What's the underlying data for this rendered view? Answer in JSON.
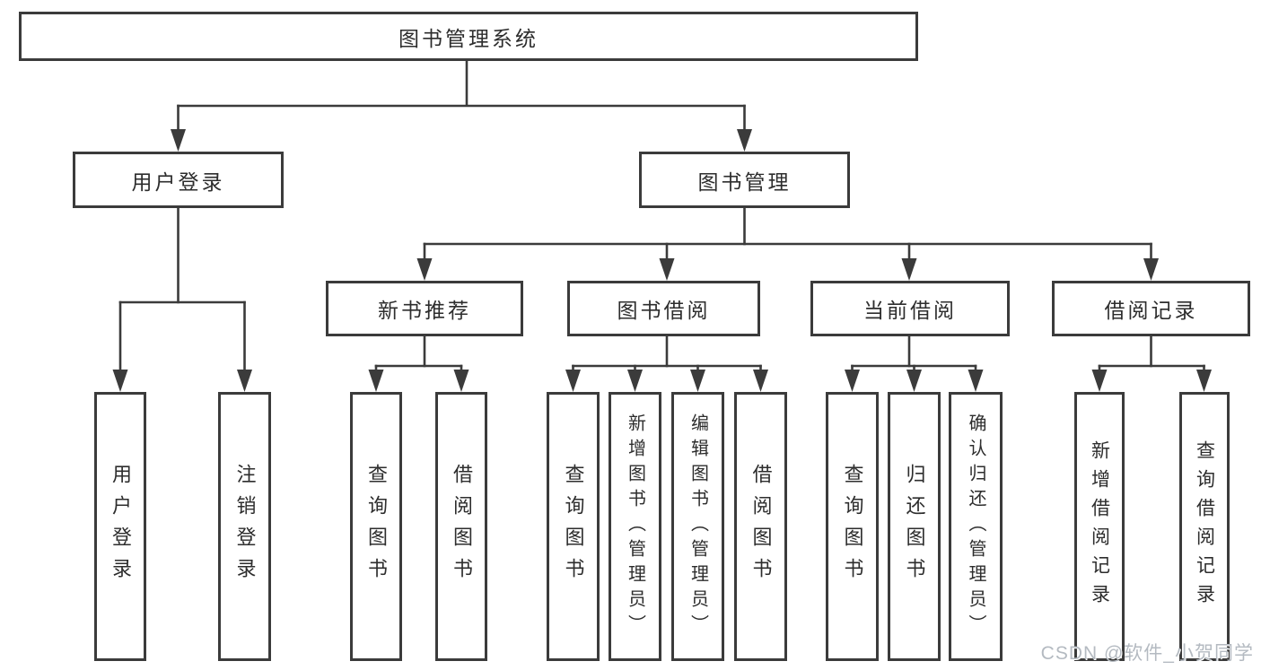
{
  "tree": {
    "root": {
      "label": "图书管理系统"
    },
    "branches": [
      {
        "label": "用户登录",
        "children": [
          {
            "label": "用户登录"
          },
          {
            "label": "注销登录"
          }
        ]
      },
      {
        "label": "图书管理",
        "children": [
          {
            "label": "新书推荐",
            "children": [
              {
                "label": "查询图书"
              },
              {
                "label": "借阅图书"
              }
            ]
          },
          {
            "label": "图书借阅",
            "children": [
              {
                "label": "查询图书"
              },
              {
                "label": "新增图书（管理员）"
              },
              {
                "label": "编辑图书（管理员）"
              },
              {
                "label": "借阅图书"
              }
            ]
          },
          {
            "label": "当前借阅",
            "children": [
              {
                "label": "查询图书"
              },
              {
                "label": "归还图书"
              },
              {
                "label": "确认归还（管理员）"
              }
            ]
          },
          {
            "label": "借阅记录",
            "children": [
              {
                "label": "新增借阅记录"
              },
              {
                "label": "查询借阅记录"
              }
            ]
          }
        ]
      }
    ]
  },
  "watermark": {
    "text": "CSDN @软件_小贺同学"
  },
  "colors": {
    "line": "#3b3b3b",
    "text": "#2d2d2d",
    "watermark": "#b4bac1",
    "background": "#ffffff"
  }
}
